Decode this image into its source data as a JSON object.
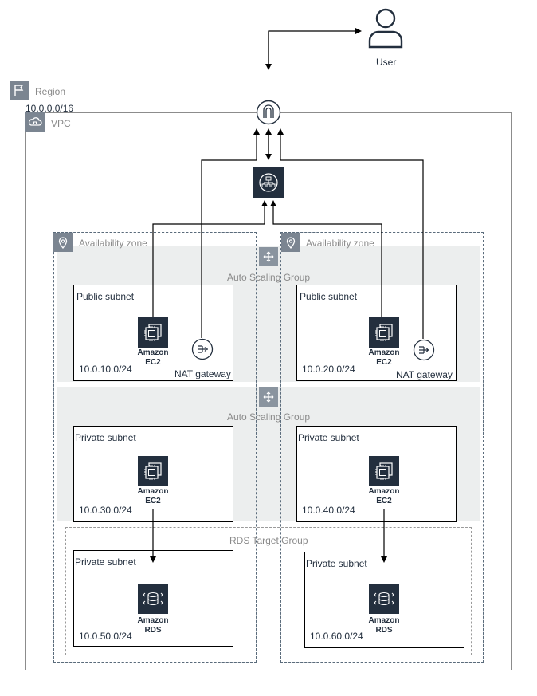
{
  "user": {
    "label": "User"
  },
  "region": {
    "label": "Region",
    "cidr": "10.0.0.0/16"
  },
  "vpc": {
    "label": "VPC"
  },
  "availability_zones": [
    {
      "label": "Availability zone"
    },
    {
      "label": "Availability zone"
    }
  ],
  "auto_scaling_groups": [
    {
      "label": "Auto Scaling Group"
    },
    {
      "label": "Auto Scaling Group"
    }
  ],
  "rds_target_group": {
    "label": "RDS Target Group"
  },
  "subnets": {
    "public_1": {
      "label": "Public subnet",
      "cidr": "10.0.10.0/24",
      "service": "Amazon\nEC2",
      "nat": "NAT gateway"
    },
    "public_2": {
      "label": "Public subnet",
      "cidr": "10.0.20.0/24",
      "service": "Amazon\nEC2",
      "nat": "NAT gateway"
    },
    "private_1": {
      "label": "Private subnet",
      "cidr": "10.0.30.0/24",
      "service": "Amazon\nEC2"
    },
    "private_2": {
      "label": "Private subnet",
      "cidr": "10.0.40.0/24",
      "service": "Amazon\nEC2"
    },
    "private_3": {
      "label": "Private subnet",
      "cidr": "10.0.50.0/24",
      "service": "Amazon\nRDS"
    },
    "private_4": {
      "label": "Private subnet",
      "cidr": "10.0.60.0/24",
      "service": "Amazon\nRDS"
    }
  },
  "colors": {
    "icon_dark": "#232F3E",
    "asg_fill": "#ECEEEE",
    "corner_icon": "#7B8591"
  }
}
